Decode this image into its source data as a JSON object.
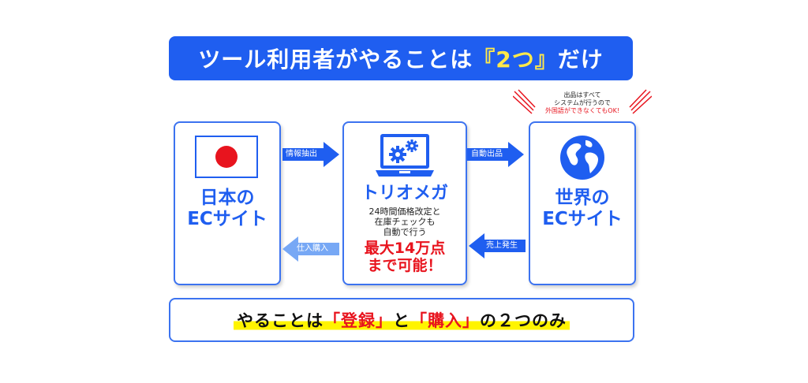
{
  "title": {
    "before": "ツール利用者がやることは",
    "highlight": "『2つ』",
    "after": "だけ"
  },
  "boxes": {
    "japan": {
      "line1": "日本の",
      "line2": "ECサイト"
    },
    "triomega": {
      "name": "トリオメガ",
      "desc1": "24時間価格改定と",
      "desc2": "在庫チェックも",
      "desc3": "自動で行う",
      "highlight1": "最大14万点",
      "highlight2": "まで可能！"
    },
    "world": {
      "line1": "世界の",
      "line2": "ECサイト"
    }
  },
  "arrows": {
    "info_extract": "情報抽出",
    "auto_listing": "自動出品",
    "sale_occur": "売上発生",
    "purchase": "仕入購入"
  },
  "note": {
    "line1": "出品はすべて",
    "line2": "システムが行うので",
    "line3": "外国語ができなくてもOK!"
  },
  "bottom": {
    "part1": "やることは",
    "red1": "「登録」",
    "part2": "と",
    "red2": "「購入」",
    "part3": "の２つのみ"
  },
  "colors": {
    "blue": "#1f5ef0",
    "border": "#3c73f0",
    "yellow": "#ffe94a",
    "red": "#e8141e",
    "highlighter": "#fff400"
  },
  "icons": [
    "japan-flag-icon",
    "laptop-gears-icon",
    "globe-icon"
  ]
}
